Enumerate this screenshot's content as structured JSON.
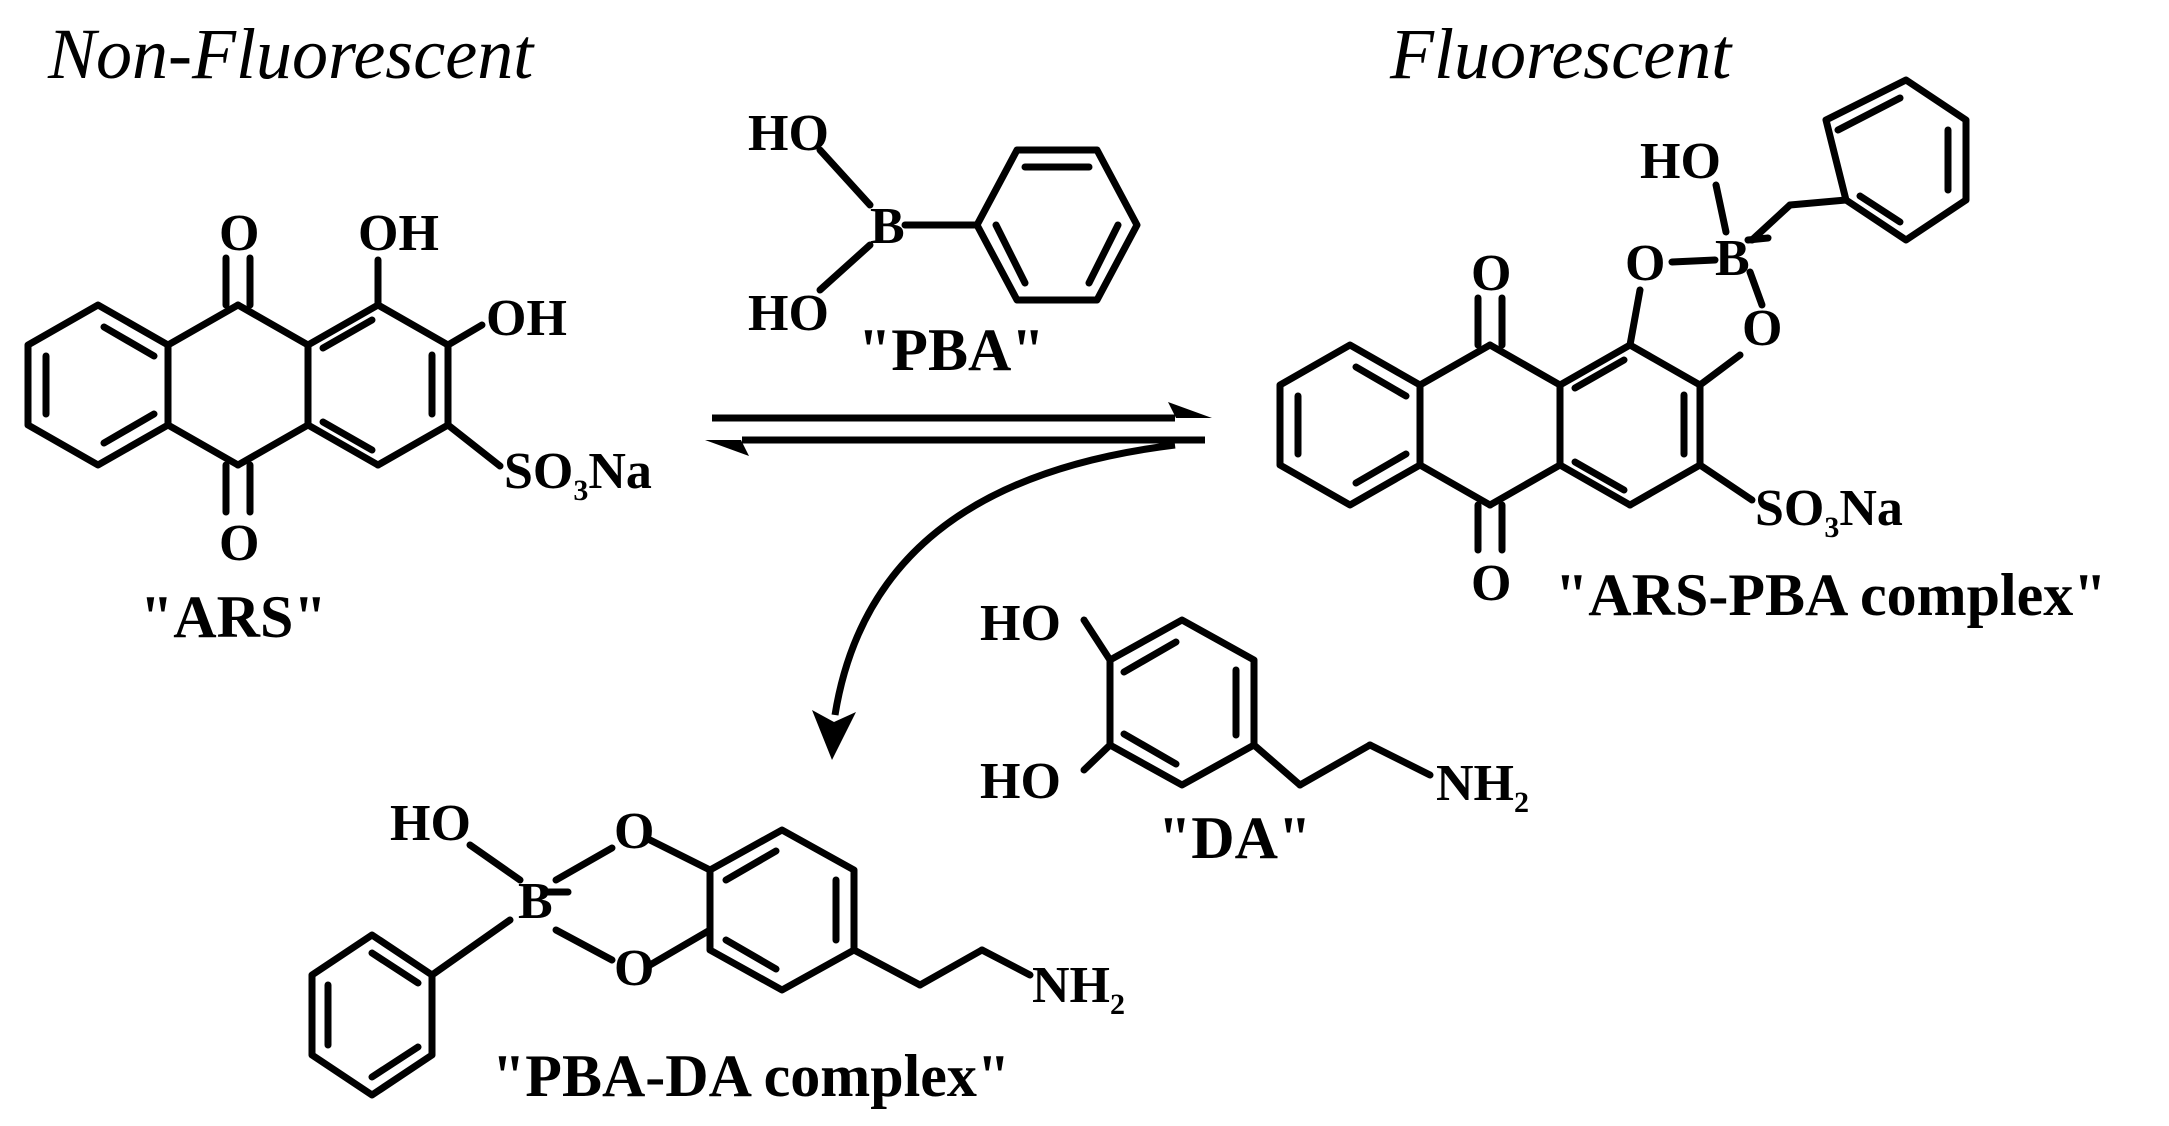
{
  "states": {
    "left": "Non-Fluorescent",
    "right": "Fluorescent"
  },
  "compounds": {
    "ars": {
      "label": "\"ARS\"",
      "o_top": "O",
      "o_bottom": "O",
      "oh1": "OH",
      "oh2": "OH",
      "so3na_a": "SO",
      "so3na_sub": "3",
      "so3na_b": "Na"
    },
    "pba": {
      "label": "\"PBA\"",
      "ho_top": "HO",
      "ho_bottom": "HO",
      "boron": "B"
    },
    "ars_pba": {
      "label": "\"ARS-PBA complex\"",
      "o_top": "O",
      "o_bottom": "O",
      "ho": "HO",
      "o1": "O",
      "o2": "O",
      "boron": "B",
      "charge": "-",
      "so3na_a": "SO",
      "so3na_sub": "3",
      "so3na_b": "Na"
    },
    "da": {
      "label": "\"DA\"",
      "ho_top": "HO",
      "ho_bottom": "HO",
      "nh2_a": "NH",
      "nh2_sub": "2"
    },
    "pba_da": {
      "label": "\"PBA-DA complex\"",
      "ho": "HO",
      "o1": "O",
      "o2": "O",
      "boron": "B",
      "charge": "-",
      "nh2_a": "NH",
      "nh2_sub": "2"
    }
  }
}
